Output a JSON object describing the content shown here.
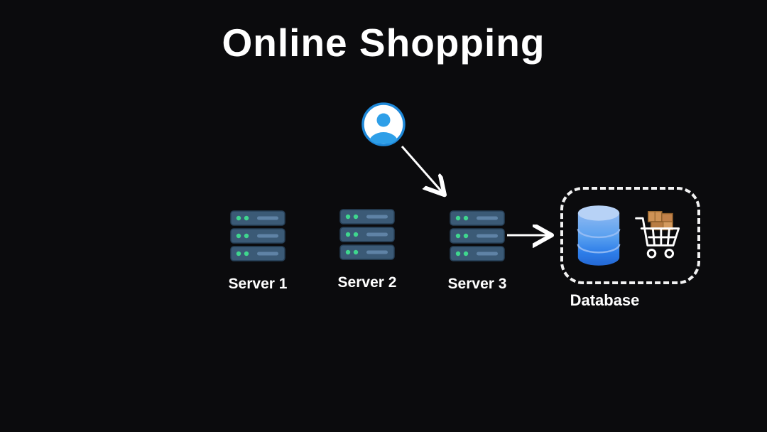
{
  "title": "Online Shopping",
  "user": {
    "icon": "user-icon"
  },
  "servers": [
    {
      "label": "Server 1"
    },
    {
      "label": "Server 2"
    },
    {
      "label": "Server 3"
    }
  ],
  "database": {
    "label": "Database",
    "icons": [
      "database-cylinder-icon",
      "shopping-cart-icon"
    ]
  },
  "connections": [
    {
      "from": "user",
      "to": "server-3"
    },
    {
      "from": "server-3",
      "to": "database-group"
    }
  ],
  "colors": {
    "background": "#0b0b0d",
    "text": "#ffffff",
    "server_body": "#3b5a76",
    "server_led_green": "#3fd68e",
    "server_stripe": "#5f83a6",
    "user_blue": "#2e9fe8",
    "database_blue_light": "#b7d2f6",
    "database_blue_dark": "#2468d4",
    "box_brown": "#c08552",
    "arrow": "#ffffff"
  }
}
